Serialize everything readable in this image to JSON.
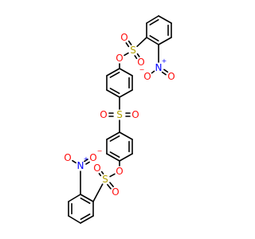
{
  "atom_labels": {
    "o_top_link": "O",
    "s_top": "S",
    "o_top_s_a": "O",
    "o_top_s_b": "O",
    "n_top": "N",
    "n_top_charge": "+",
    "o_top_nitro_a": "O",
    "o_top_nitro_a_charge": "−",
    "o_top_nitro_b": "O",
    "s_mid": "S",
    "o_mid_a": "O",
    "o_mid_b": "O",
    "o_bot_link": "O",
    "s_bot": "S",
    "o_bot_s_a": "O",
    "o_bot_s_b": "O",
    "n_bot": "N",
    "n_bot_charge": "+",
    "o_bot_nitro_a": "O",
    "o_bot_nitro_a_charge": "−",
    "o_bot_nitro_b": "O"
  },
  "colors": {
    "oxygen": "#ff0d0d",
    "sulfur": "#b2a100",
    "nitrogen": "#0000ff",
    "bond": "#000000"
  }
}
